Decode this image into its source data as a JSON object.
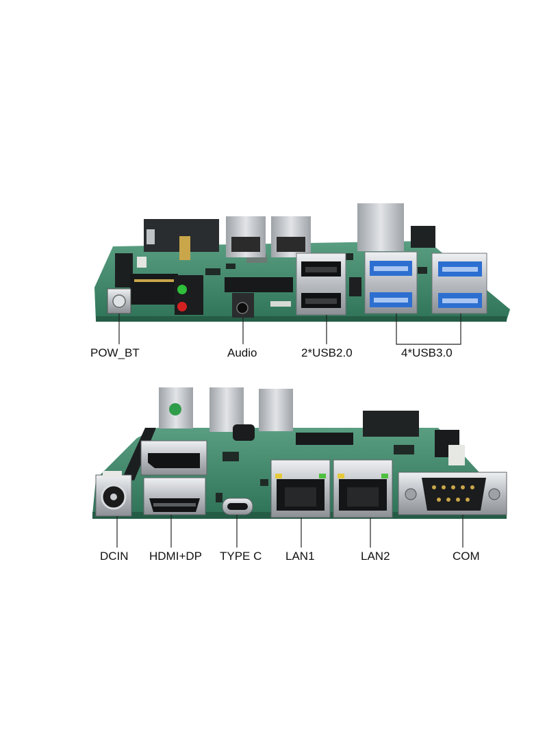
{
  "top_board": {
    "labels": {
      "pow_bt": "POW_BT",
      "audio": "Audio",
      "usb2": "2*USB2.0",
      "usb3": "4*USB3.0"
    }
  },
  "bottom_board": {
    "labels": {
      "dcin": "DCIN",
      "hdmi_dp": "HDMI+DP",
      "type_c": "TYPE C",
      "lan1": "LAN1",
      "lan2": "LAN2",
      "com": "COM"
    }
  },
  "colors": {
    "pcb": "#3f8a6c",
    "pcb_dark": "#2d6e55",
    "metal": "#c9ccd0",
    "usb3_blue": "#2d6fd1",
    "led_green": "#2fbf3a",
    "led_red": "#d42020"
  }
}
